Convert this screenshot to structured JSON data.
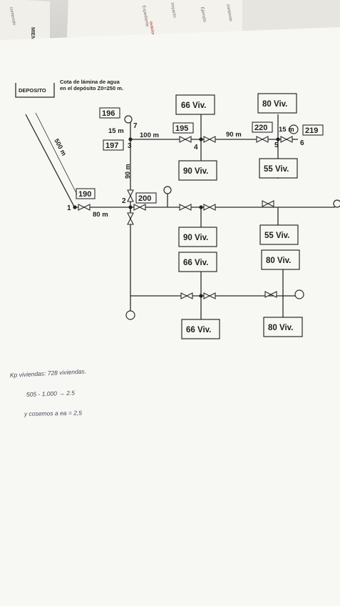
{
  "deposit": {
    "label": "DEPOSITO",
    "note_line1": "Cota de lámina de agua",
    "note_line2": "en el depósito Z0=250 m."
  },
  "pipes": {
    "length_0_1": "500 m",
    "length_1_2": "80 m",
    "length_2_3": "90 m",
    "length_3_4": "100 m",
    "length_4_5": "90 m",
    "length_3_7": "15 m",
    "length_5_6": "15 m"
  },
  "nodes": {
    "n1": "1",
    "n2": "2",
    "n3": "3",
    "n4": "4",
    "n5": "5",
    "n6": "6",
    "n7": "7"
  },
  "elevations": {
    "e190": "190",
    "e200": "200",
    "e197": "197",
    "e196": "196",
    "e195": "195",
    "e220": "220",
    "e219": "219"
  },
  "blocks": {
    "top_left": "66 Viv.",
    "top_right": "80 Viv.",
    "mid_upper_left": "90 Viv.",
    "mid_upper_right": "55 Viv.",
    "mid_lower_left": "90 Viv.",
    "mid_lower_right": "55 Viv.",
    "low_upper_left": "66 Viv.",
    "low_upper_right": "80 Viv.",
    "bottom_left": "66 Viv.",
    "bottom_right": "80 Viv."
  },
  "handwriting": {
    "line1": "Kp viviendas:   728 viviendas.",
    "line2": "505 - 1.000 →  2.5",
    "line3": "y cosemos a ea =   2,5"
  },
  "background_doc": {
    "lines": [
      "MIENTO",
      "Expediente",
      "mintiente",
      "Ejemplo",
      "Impacto",
      "ovacion",
      "contenido"
    ]
  }
}
